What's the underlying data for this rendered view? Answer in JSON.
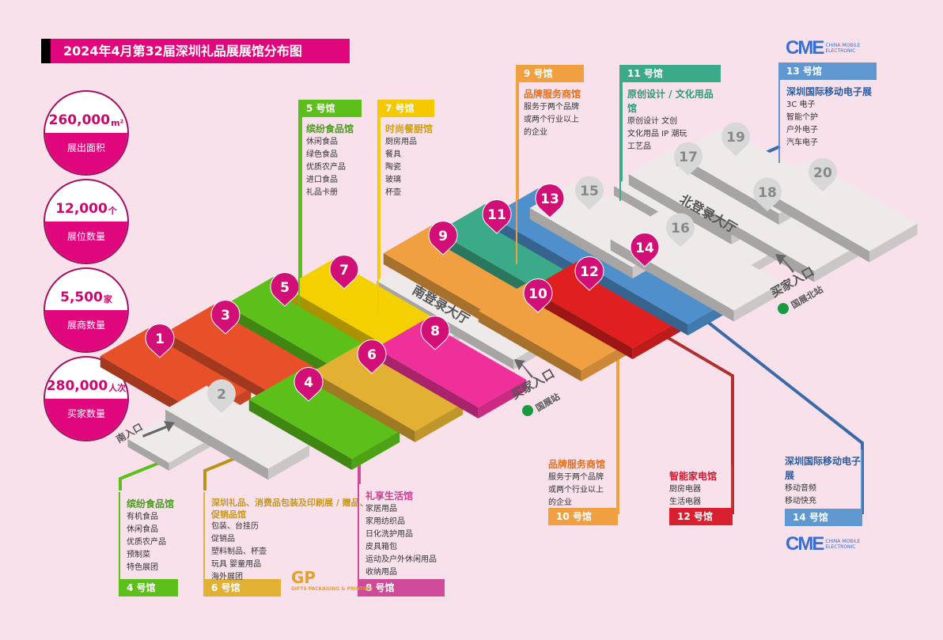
{
  "title": "2024年4月第32届深圳礼品展展馆分布图",
  "stats": [
    {
      "value": "260,000",
      "unit": "m²",
      "label": "展出面积"
    },
    {
      "value": "12,000",
      "unit": "个",
      "label": "展位数量"
    },
    {
      "value": "5,500",
      "unit": "家",
      "label": "展商数量"
    },
    {
      "value": "280,000",
      "unit": "人次",
      "label": "买家数量"
    }
  ],
  "map": {
    "halls": [
      "1",
      "2",
      "3",
      "4",
      "5",
      "6",
      "7",
      "8",
      "9",
      "10",
      "11",
      "12",
      "13",
      "14",
      "15",
      "16",
      "17",
      "18",
      "19",
      "20"
    ],
    "south_lobby": "南登录大厅",
    "north_lobby": "北登录大厅",
    "south_entrance": "南入口",
    "buyer_entrance_1": "买家入口",
    "station_1": "国展站",
    "buyer_entrance_2": "买家入口",
    "station_2": "国展北站"
  },
  "colors": {
    "magenta": "#e0077d",
    "orange": "#e8502a",
    "green": "#5cbf1a",
    "yellow": "#f5d000",
    "mustard": "#e2b032",
    "pink": "#f0309a",
    "lightorange": "#f0a040",
    "teal": "#3aaa88",
    "blue": "#4f8fcc",
    "red": "#e02020"
  },
  "callouts": {
    "h5": {
      "hall": "5 号馆",
      "cat": "缤纷食品馆",
      "items": [
        "休闲食品",
        "绿色食品",
        "优质农产品",
        "进口食品",
        "礼品卡册"
      ]
    },
    "h7": {
      "hall": "7 号馆",
      "cat": "时尚餐厨馆",
      "items": [
        "厨房用品",
        "餐具",
        "陶瓷",
        "玻璃",
        "杯壶"
      ]
    },
    "h9": {
      "hall": "9 号馆",
      "cat": "品牌服务商馆",
      "items": [
        "服务于两个品牌",
        "或两个行业以上",
        "的企业"
      ]
    },
    "h11": {
      "hall": "11 号馆",
      "cat": "原创设计 / 文化用品馆",
      "items": [
        "原创设计  文创",
        "文化用品  IP 潮玩",
        "工艺品"
      ]
    },
    "h13": {
      "hall": "13 号馆",
      "cat": "深圳国际移动电子展",
      "items": [
        "3C 电子",
        "智能个护",
        "户外电子",
        "汽车电子"
      ]
    },
    "h4": {
      "hall": "4 号馆",
      "cat": "缤纷食品馆",
      "items": [
        "有机食品",
        "休闲食品",
        "优质农产品",
        "预制菜",
        "特色展团"
      ]
    },
    "h6": {
      "hall": "6 号馆",
      "cat": "深圳礼品、消费品包装及印刷展 / 赠品、促销品馆",
      "items": [
        "包装、台挂历",
        "促销品",
        "塑料制品、杯壶",
        "玩具  婴童用品",
        "海外展团"
      ]
    },
    "h8": {
      "hall": "8 号馆",
      "cat": "礼享生活馆",
      "items": [
        "家居用品",
        "家用纺织品",
        "日化洗护用品",
        "皮具箱包",
        "运动及户外休闲用品",
        "收纳用品"
      ]
    },
    "h10": {
      "hall": "10 号馆",
      "cat": "品牌服务商馆",
      "items": [
        "服务于两个品牌",
        "或两个行业以上",
        "的企业"
      ]
    },
    "h12": {
      "hall": "12 号馆",
      "cat": "智能家电馆",
      "items": [
        "厨房电器",
        "生活电器"
      ]
    },
    "h14": {
      "hall": "14 号馆",
      "cat": "深圳国际移动电子展",
      "items": [
        "移动音频",
        "移动快充"
      ]
    }
  },
  "logos": {
    "cme": "CME",
    "cme_sub": "CHINA MOBILE ELECTRONIC",
    "gpp": "GP",
    "gpp_sub": "GIFTS PACKAGING & PRINTING"
  }
}
